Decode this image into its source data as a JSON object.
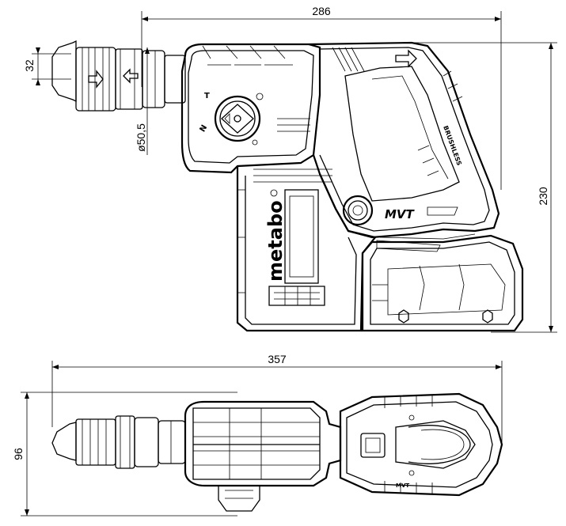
{
  "dimensions": {
    "side_length": "286",
    "chuck_height": "32",
    "collar_diameter": "ø50,5",
    "side_height": "230",
    "top_length": "357",
    "top_width": "96"
  },
  "markings": {
    "brand": "metabo",
    "model_plate": "MVT",
    "handle_text": "BRUSHLESS",
    "top_model_plate": "MVT",
    "mode_symbol_t": "T",
    "mode_symbol_n": "N"
  },
  "colors": {
    "line": "#000000",
    "background": "#ffffff"
  }
}
